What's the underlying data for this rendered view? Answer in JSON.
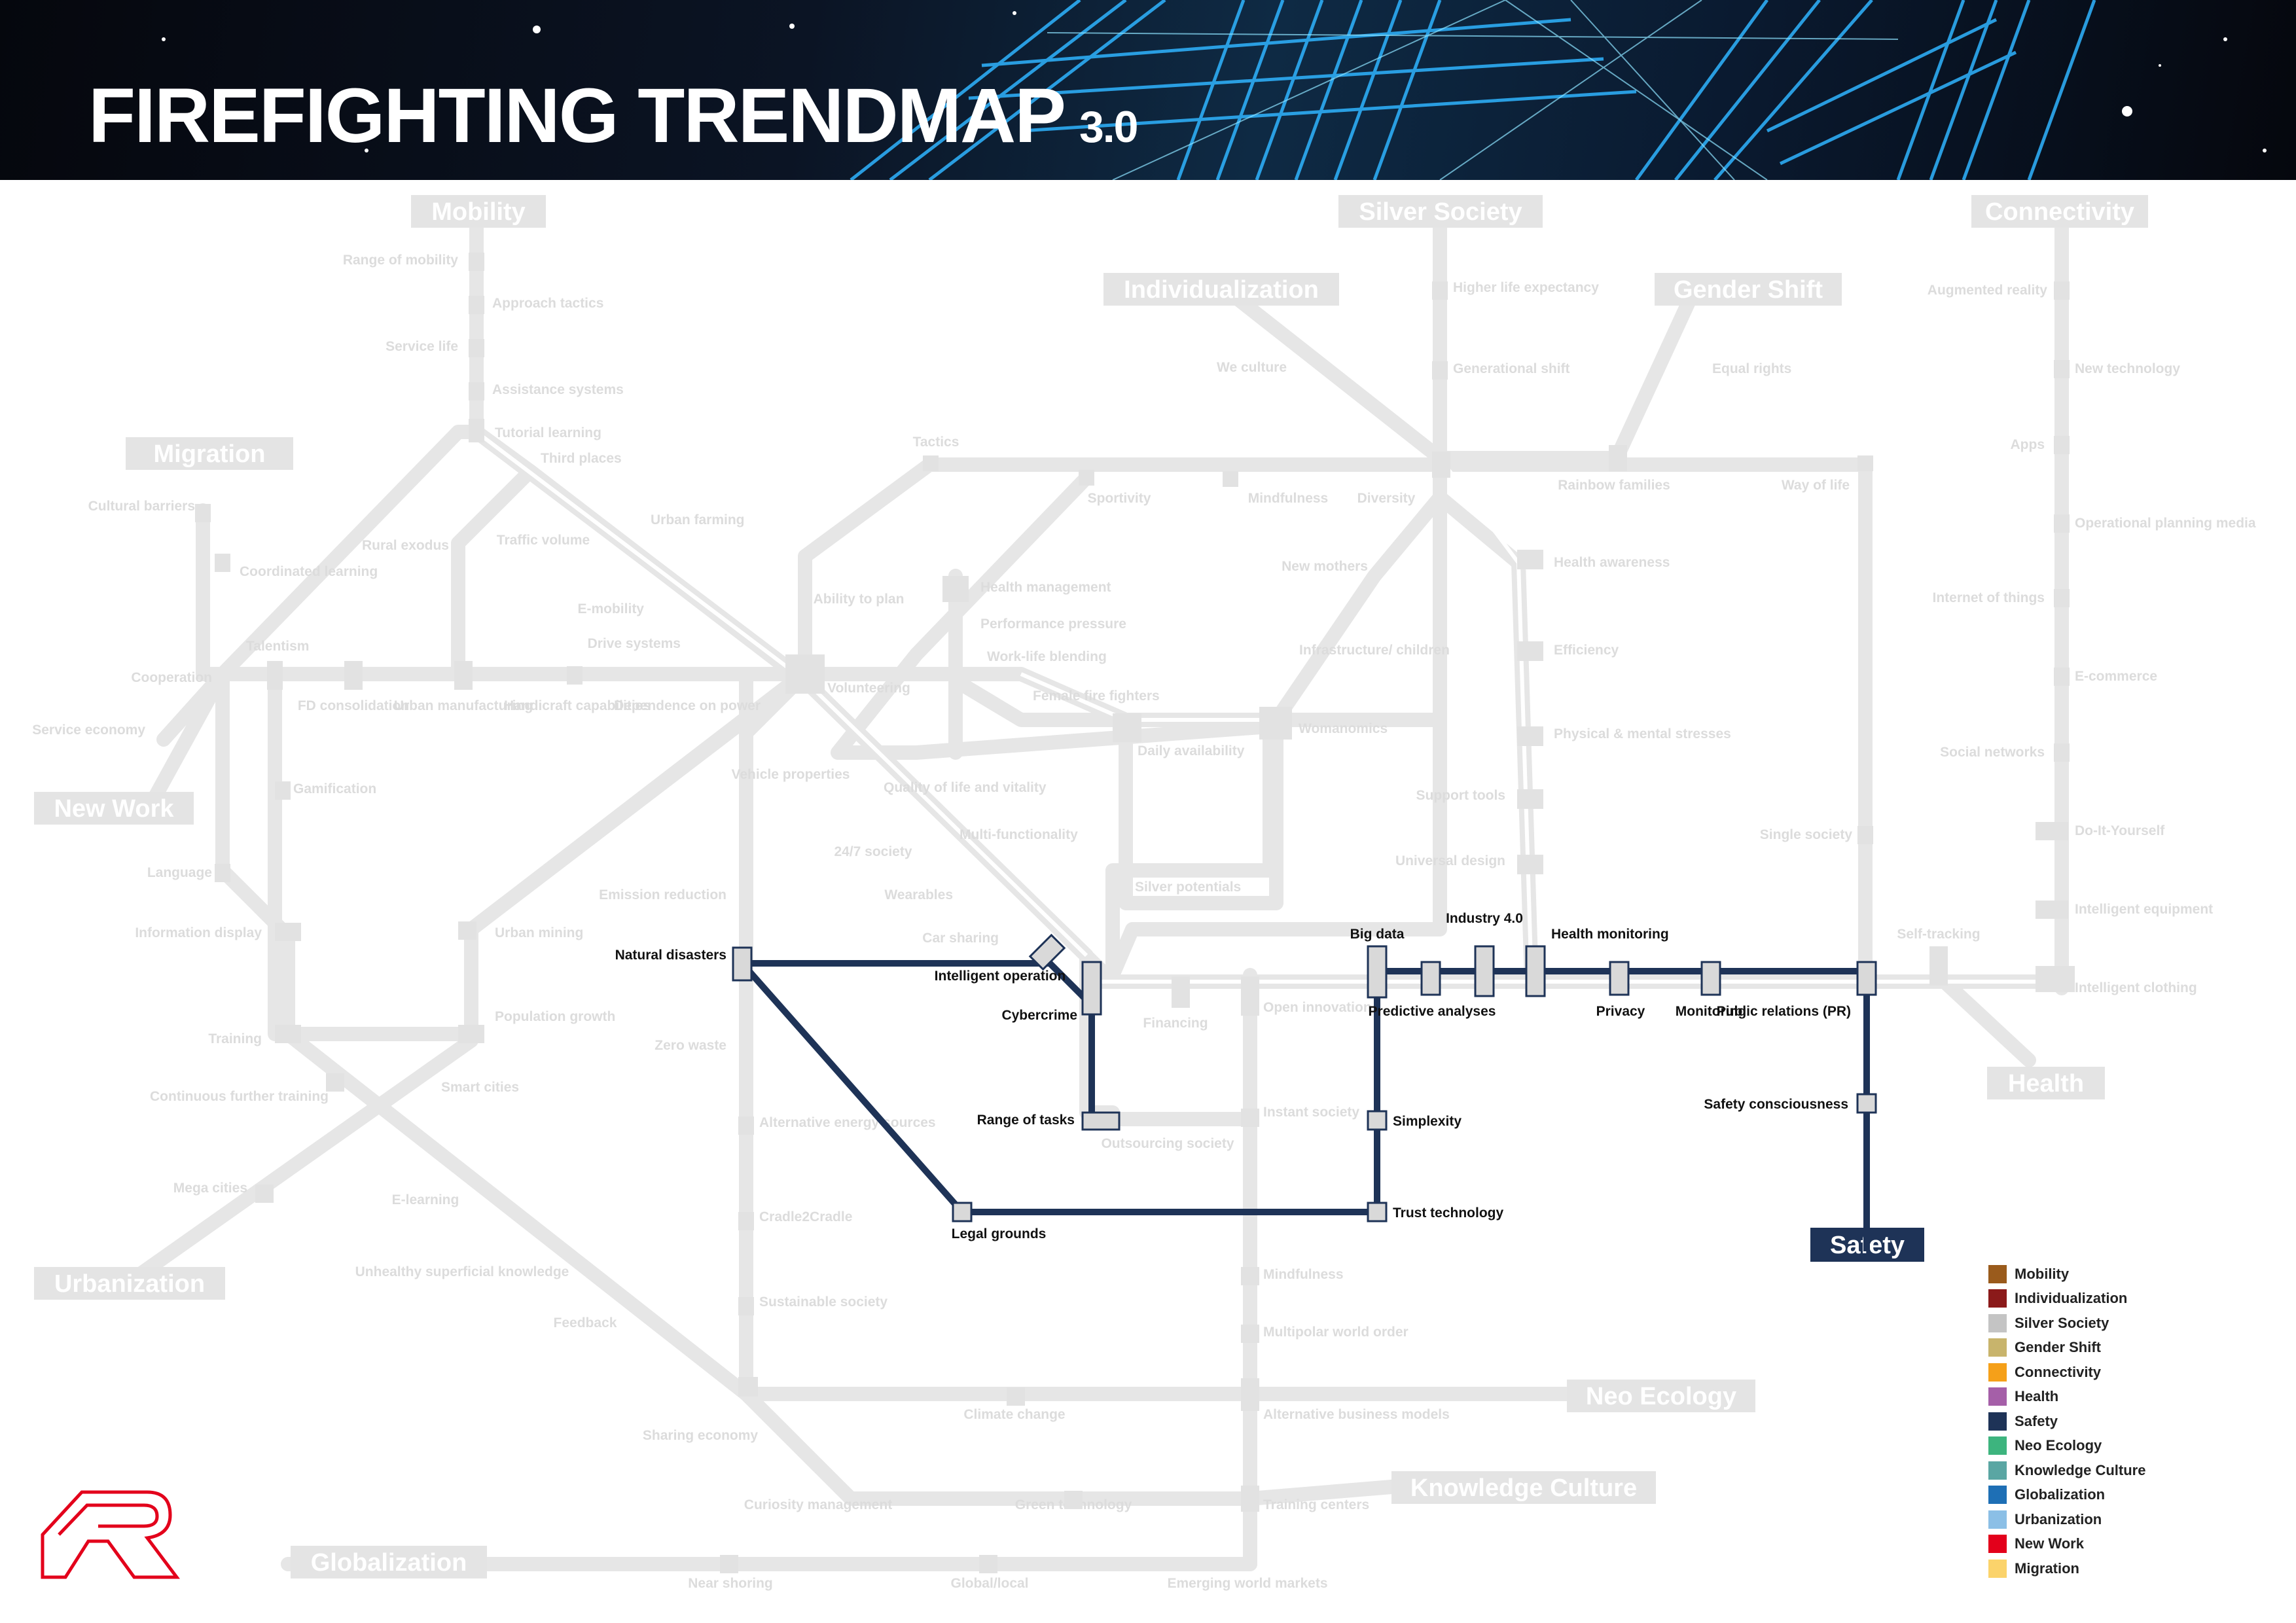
{
  "header": {
    "title": "FIREFIGHTING TRENDMAP",
    "version": "3.0"
  },
  "megatrends": [
    {
      "id": "mobility",
      "label": "Mobility"
    },
    {
      "id": "silver",
      "label": "Silver Society"
    },
    {
      "id": "connectivity",
      "label": "Connectivity"
    },
    {
      "id": "individualization",
      "label": "Individualization"
    },
    {
      "id": "gender",
      "label": "Gender Shift"
    },
    {
      "id": "migration",
      "label": "Migration"
    },
    {
      "id": "newwork",
      "label": "New Work"
    },
    {
      "id": "urbanization",
      "label": "Urbanization"
    },
    {
      "id": "health",
      "label": "Health"
    },
    {
      "id": "safety",
      "label": "Safety"
    },
    {
      "id": "neoecology",
      "label": "Neo Ecology"
    },
    {
      "id": "knowledge",
      "label": "Knowledge Culture"
    },
    {
      "id": "globalization",
      "label": "Globalization"
    }
  ],
  "trends": [
    "Range of mobility",
    "Approach tactics",
    "Service life",
    "Assistance systems",
    "Tutorial learning",
    "Third places",
    "Urban farming",
    "Traffic volume",
    "Rural exodus",
    "E-mobility",
    "Drive systems",
    "Cultural barriers",
    "Coordinated learning",
    "Talentism",
    "Cooperation",
    "FD consolidation",
    "Urban manufacturing",
    "Handicraft capabilities",
    "Dependence on power",
    "Service economy",
    "Gamification",
    "Language",
    "Information display",
    "Training",
    "Continuous further training",
    "Mega cities",
    "E-learning",
    "Unhealthy superficial knowledge",
    "Feedback",
    "Smart cities",
    "Population growth",
    "Urban mining",
    "Emission reduction",
    "Zero waste",
    "Alternative energy sources",
    "Cradle2Cradle",
    "Sustainable society",
    "Sharing economy",
    "Curiosity management",
    "Near shoring",
    "Global/local",
    "Emerging world markets",
    "Green technology",
    "Training centers",
    "Climate change",
    "Alternative business models",
    "Multipolar world order",
    "Mindfulness",
    "Instant society",
    "Outsourcing society",
    "Financing",
    "Open innovation",
    "Tactics",
    "Sportivity",
    "Mindfulness",
    "Diversity",
    "We culture",
    "Higher life expectancy",
    "Generational shift",
    "Equal rights",
    "Rainbow families",
    "Way of life",
    "Ability to plan",
    "Health management",
    "Performance pressure",
    "Work-life blending",
    "Volunteering",
    "Female fire fighters",
    "Vehicle properties",
    "Quality of life and vitality",
    "Daily availability",
    "Multi-functionality",
    "24/7 society",
    "Wearables",
    "Car sharing",
    "Silver potentials",
    "Womanomics",
    "New mothers",
    "Infrastructure/ children",
    "Health awareness",
    "Efficiency",
    "Physical & mental stresses",
    "Support tools",
    "Universal design",
    "Single society",
    "Self-tracking",
    "Augmented reality",
    "New technology",
    "Apps",
    "Operational planning media",
    "Internet of things",
    "E-commerce",
    "Social networks",
    "Do-It-Yourself",
    "Intelligent equipment",
    "Intelligent clothing"
  ],
  "safety_line": [
    "Natural disasters",
    "Intelligent operation",
    "Cybercrime",
    "Range of tasks",
    "Legal grounds",
    "Big data",
    "Predictive analyses",
    "Industry 4.0",
    "Health monitoring",
    "Privacy",
    "Monitoring",
    "Public relations (PR)",
    "Simplexity",
    "Trust technology",
    "Safety consciousness"
  ],
  "legend": [
    {
      "label": "Mobility",
      "color": "#9a5b1c"
    },
    {
      "label": "Individualization",
      "color": "#8b1a1a"
    },
    {
      "label": "Silver Society",
      "color": "#c4c4c4"
    },
    {
      "label": "Gender Shift",
      "color": "#c8b46c"
    },
    {
      "label": "Connectivity",
      "color": "#f5a019"
    },
    {
      "label": "Health",
      "color": "#a55fa8"
    },
    {
      "label": "Safety",
      "color": "#1e3357"
    },
    {
      "label": "Neo Ecology",
      "color": "#3db47e"
    },
    {
      "label": "Knowledge Culture",
      "color": "#5aa6a3"
    },
    {
      "label": "Globalization",
      "color": "#1e6fb5"
    },
    {
      "label": "Urbanization",
      "color": "#8bbfe6"
    },
    {
      "label": "New Work",
      "color": "#e3001b"
    },
    {
      "label": "Migration",
      "color": "#fbd36b"
    }
  ],
  "colors": {
    "inactive_line": "#e6e6e6",
    "safety_line": "#1e3357",
    "station_fill": "#d9d9d9",
    "station_stroke": "#1e3357",
    "logo": "#e3001b"
  }
}
